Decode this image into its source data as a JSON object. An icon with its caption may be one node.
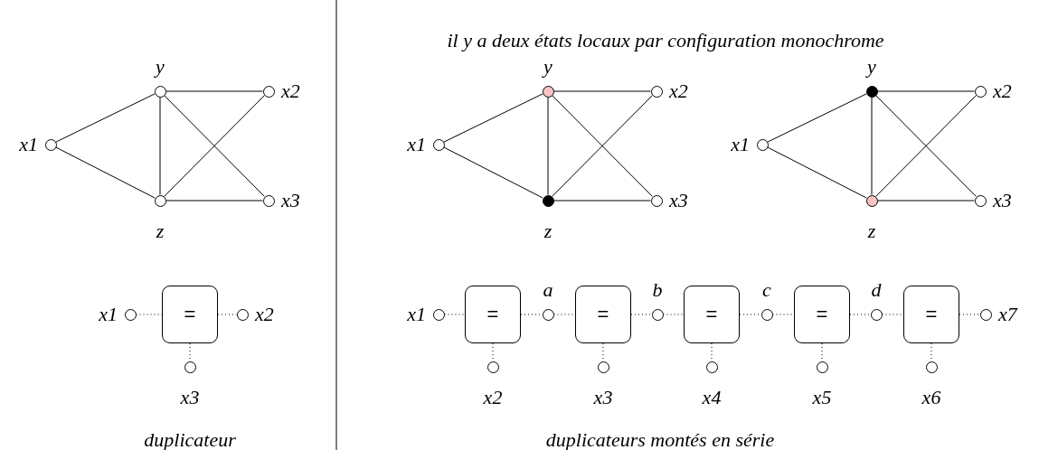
{
  "diagram": {
    "nodes": [
      {
        "text": [],
        "shape": "circle",
        "beside": [
          "x1"
        ]
      },
      {
        "text": [],
        "shape": "circle",
        "beside": [
          "y"
        ]
      },
      {
        "text": [],
        "shape": "circle",
        "beside": [
          "z"
        ]
      },
      {
        "text": [],
        "shape": "circle",
        "beside": [
          "x2"
        ]
      },
      {
        "text": [],
        "shape": "circle",
        "beside": [
          "x3"
        ]
      },
      {
        "text": [],
        "shape": "circle",
        "beside": [
          "x1"
        ]
      },
      {
        "text": [
          "="
        ]
      },
      {
        "text": [],
        "shape": "circle",
        "beside": [
          "x2"
        ]
      },
      {
        "text": [],
        "shape": "circle",
        "beside": [
          "x3"
        ]
      },
      {
        "text": [],
        "shape": "circle",
        "beside": [
          "x1"
        ]
      },
      {
        "text": [],
        "shape": "circle",
        "beside": [
          "y"
        ]
      },
      {
        "text": [],
        "shape": "circle",
        "beside": [
          "z"
        ]
      },
      {
        "text": [],
        "shape": "circle",
        "beside": [
          "x2"
        ]
      },
      {
        "text": [],
        "shape": "circle",
        "beside": [
          "x3"
        ]
      },
      {
        "text": [],
        "shape": "circle",
        "beside": [
          "x1"
        ]
      },
      {
        "text": [],
        "shape": "circle",
        "beside": [
          "y"
        ]
      },
      {
        "text": [],
        "shape": "circle",
        "beside": [
          "z"
        ]
      },
      {
        "text": [],
        "shape": "circle",
        "beside": [
          "x2"
        ]
      },
      {
        "text": [],
        "shape": "circle",
        "beside": [
          "x3"
        ]
      },
      {
        "text": [],
        "shape": "circle",
        "beside": [
          "x1"
        ]
      },
      {
        "text": [
          "="
        ]
      },
      {
        "text": [],
        "shape": "circle",
        "beside": [
          "a"
        ]
      },
      {
        "text": [
          "="
        ]
      },
      {
        "text": [],
        "shape": "circle",
        "beside": [
          "b"
        ]
      },
      {
        "text": [
          "="
        ]
      },
      {
        "text": [],
        "shape": "circle",
        "beside": [
          "c"
        ]
      },
      {
        "text": [
          "="
        ]
      },
      {
        "text": [],
        "shape": "circle",
        "beside": [
          "d"
        ]
      },
      {
        "text": [
          "="
        ]
      },
      {
        "text": [],
        "shape": "circle",
        "beside": [
          "x7"
        ]
      },
      {
        "text": [],
        "shape": "circle",
        "beside": [
          "x2"
        ]
      },
      {
        "text": [],
        "shape": "circle",
        "beside": [
          "x3"
        ]
      },
      {
        "text": [],
        "shape": "circle",
        "beside": [
          "x4"
        ]
      },
      {
        "text": [],
        "shape": "circle",
        "beside": [
          "x5"
        ]
      },
      {
        "text": [],
        "shape": "circle",
        "beside": [
          "x6"
        ]
      }
    ],
    "edges": [
      {
        "from": 0,
        "to": 1,
        "arrow": "none"
      },
      {
        "from": 0,
        "to": 2,
        "arrow": "none"
      },
      {
        "from": 1,
        "to": 3,
        "arrow": "none"
      },
      {
        "from": 1,
        "to": 2,
        "arrow": "none"
      },
      {
        "from": 1,
        "to": 4,
        "arrow": "none"
      },
      {
        "from": 2,
        "to": 3,
        "arrow": "none"
      },
      {
        "from": 2,
        "to": 4,
        "arrow": "none"
      },
      {
        "from": 5,
        "to": 6,
        "arrow": "none",
        "style": "dashed"
      },
      {
        "from": 6,
        "to": 7,
        "arrow": "none",
        "style": "dashed"
      },
      {
        "from": 6,
        "to": 8,
        "arrow": "none",
        "style": "dashed"
      },
      {
        "from": 9,
        "to": 10,
        "arrow": "none"
      },
      {
        "from": 9,
        "to": 11,
        "arrow": "none"
      },
      {
        "from": 10,
        "to": 12,
        "arrow": "none"
      },
      {
        "from": 10,
        "to": 11,
        "arrow": "none"
      },
      {
        "from": 10,
        "to": 13,
        "arrow": "none"
      },
      {
        "from": 11,
        "to": 12,
        "arrow": "none"
      },
      {
        "from": 11,
        "to": 13,
        "arrow": "none"
      },
      {
        "from": 14,
        "to": 15,
        "arrow": "none"
      },
      {
        "from": 14,
        "to": 16,
        "arrow": "none"
      },
      {
        "from": 15,
        "to": 17,
        "arrow": "none"
      },
      {
        "from": 15,
        "to": 16,
        "arrow": "none"
      },
      {
        "from": 15,
        "to": 18,
        "arrow": "none"
      },
      {
        "from": 16,
        "to": 17,
        "arrow": "none"
      },
      {
        "from": 16,
        "to": 18,
        "arrow": "none"
      },
      {
        "from": 19,
        "to": 20,
        "arrow": "none",
        "style": "dashed"
      },
      {
        "from": 20,
        "to": 21,
        "arrow": "none",
        "style": "dashed"
      },
      {
        "from": 21,
        "to": 22,
        "arrow": "none",
        "style": "dashed"
      },
      {
        "from": 22,
        "to": 23,
        "arrow": "none",
        "style": "dashed"
      },
      {
        "from": 23,
        "to": 24,
        "arrow": "none",
        "style": "dashed"
      },
      {
        "from": 24,
        "to": 25,
        "arrow": "none",
        "style": "dashed"
      },
      {
        "from": 25,
        "to": 26,
        "arrow": "none",
        "style": "dashed"
      },
      {
        "from": 26,
        "to": 27,
        "arrow": "none",
        "style": "dashed"
      },
      {
        "from": 27,
        "to": 28,
        "arrow": "none",
        "style": "dashed"
      },
      {
        "from": 28,
        "to": 29,
        "arrow": "none",
        "style": "dashed"
      },
      {
        "from": 20,
        "to": 30,
        "arrow": "none",
        "style": "dashed"
      },
      {
        "from": 22,
        "to": 31,
        "arrow": "none",
        "style": "dashed"
      },
      {
        "from": 24,
        "to": 32,
        "arrow": "none",
        "style": "dashed"
      },
      {
        "from": 26,
        "to": 33,
        "arrow": "none",
        "style": "dashed"
      },
      {
        "from": 28,
        "to": 34,
        "arrow": "none",
        "style": "dashed"
      }
    ],
    "labels": [
      "il y a deux états locaux par configuration monochrome",
      "duplicateur",
      "duplicateurs montés en série"
    ]
  }
}
